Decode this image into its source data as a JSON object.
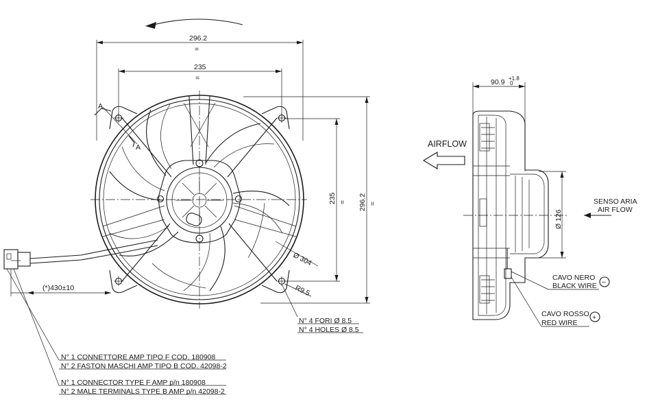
{
  "front_view": {
    "dim_outer_width": "296.2",
    "dim_hole_spacing_h": "235",
    "dim_hole_spacing_v": "235",
    "dim_outer_height": "296.2",
    "dim_diameter": "Ø 304",
    "dim_radius": "R9.5",
    "dim_cable_length": "(*)430±10",
    "section_mark": "A",
    "sym_parallel": "=",
    "sym_equal": "=",
    "holes_it": "N° 4 FORI Ø 8.5",
    "holes_en": "N° 4 HOLES Ø 8.5"
  },
  "connector_notes": {
    "it_line1": "N° 1 CONNETTORE AMP TIPO F COD. 180908",
    "it_line2": "N° 2 FASTON MASCHI AMP TIPO B COD. 42098-2",
    "en_line1": "N° 1 CONNECTOR TYPE F AMP p/n 180908",
    "en_line2": "N° 2 MALE TERMINALS TYPE B AMP p/n 42098-2"
  },
  "side_view": {
    "dim_depth": "90.9",
    "dim_depth_tol_upper": "+1.8",
    "dim_depth_tol_lower": "0",
    "dim_motor_dia": "Ø 126",
    "airflow_label": "AIRFLOW",
    "senso_aria": "SENSO ARIA",
    "air_flow": "AIR FLOW",
    "black_it": "CAVO NERO",
    "black_en": "BLACK WIRE",
    "black_sign": "−",
    "red_it": "CAVO ROSSO",
    "red_en": "RED WIRE",
    "red_sign": "+"
  }
}
